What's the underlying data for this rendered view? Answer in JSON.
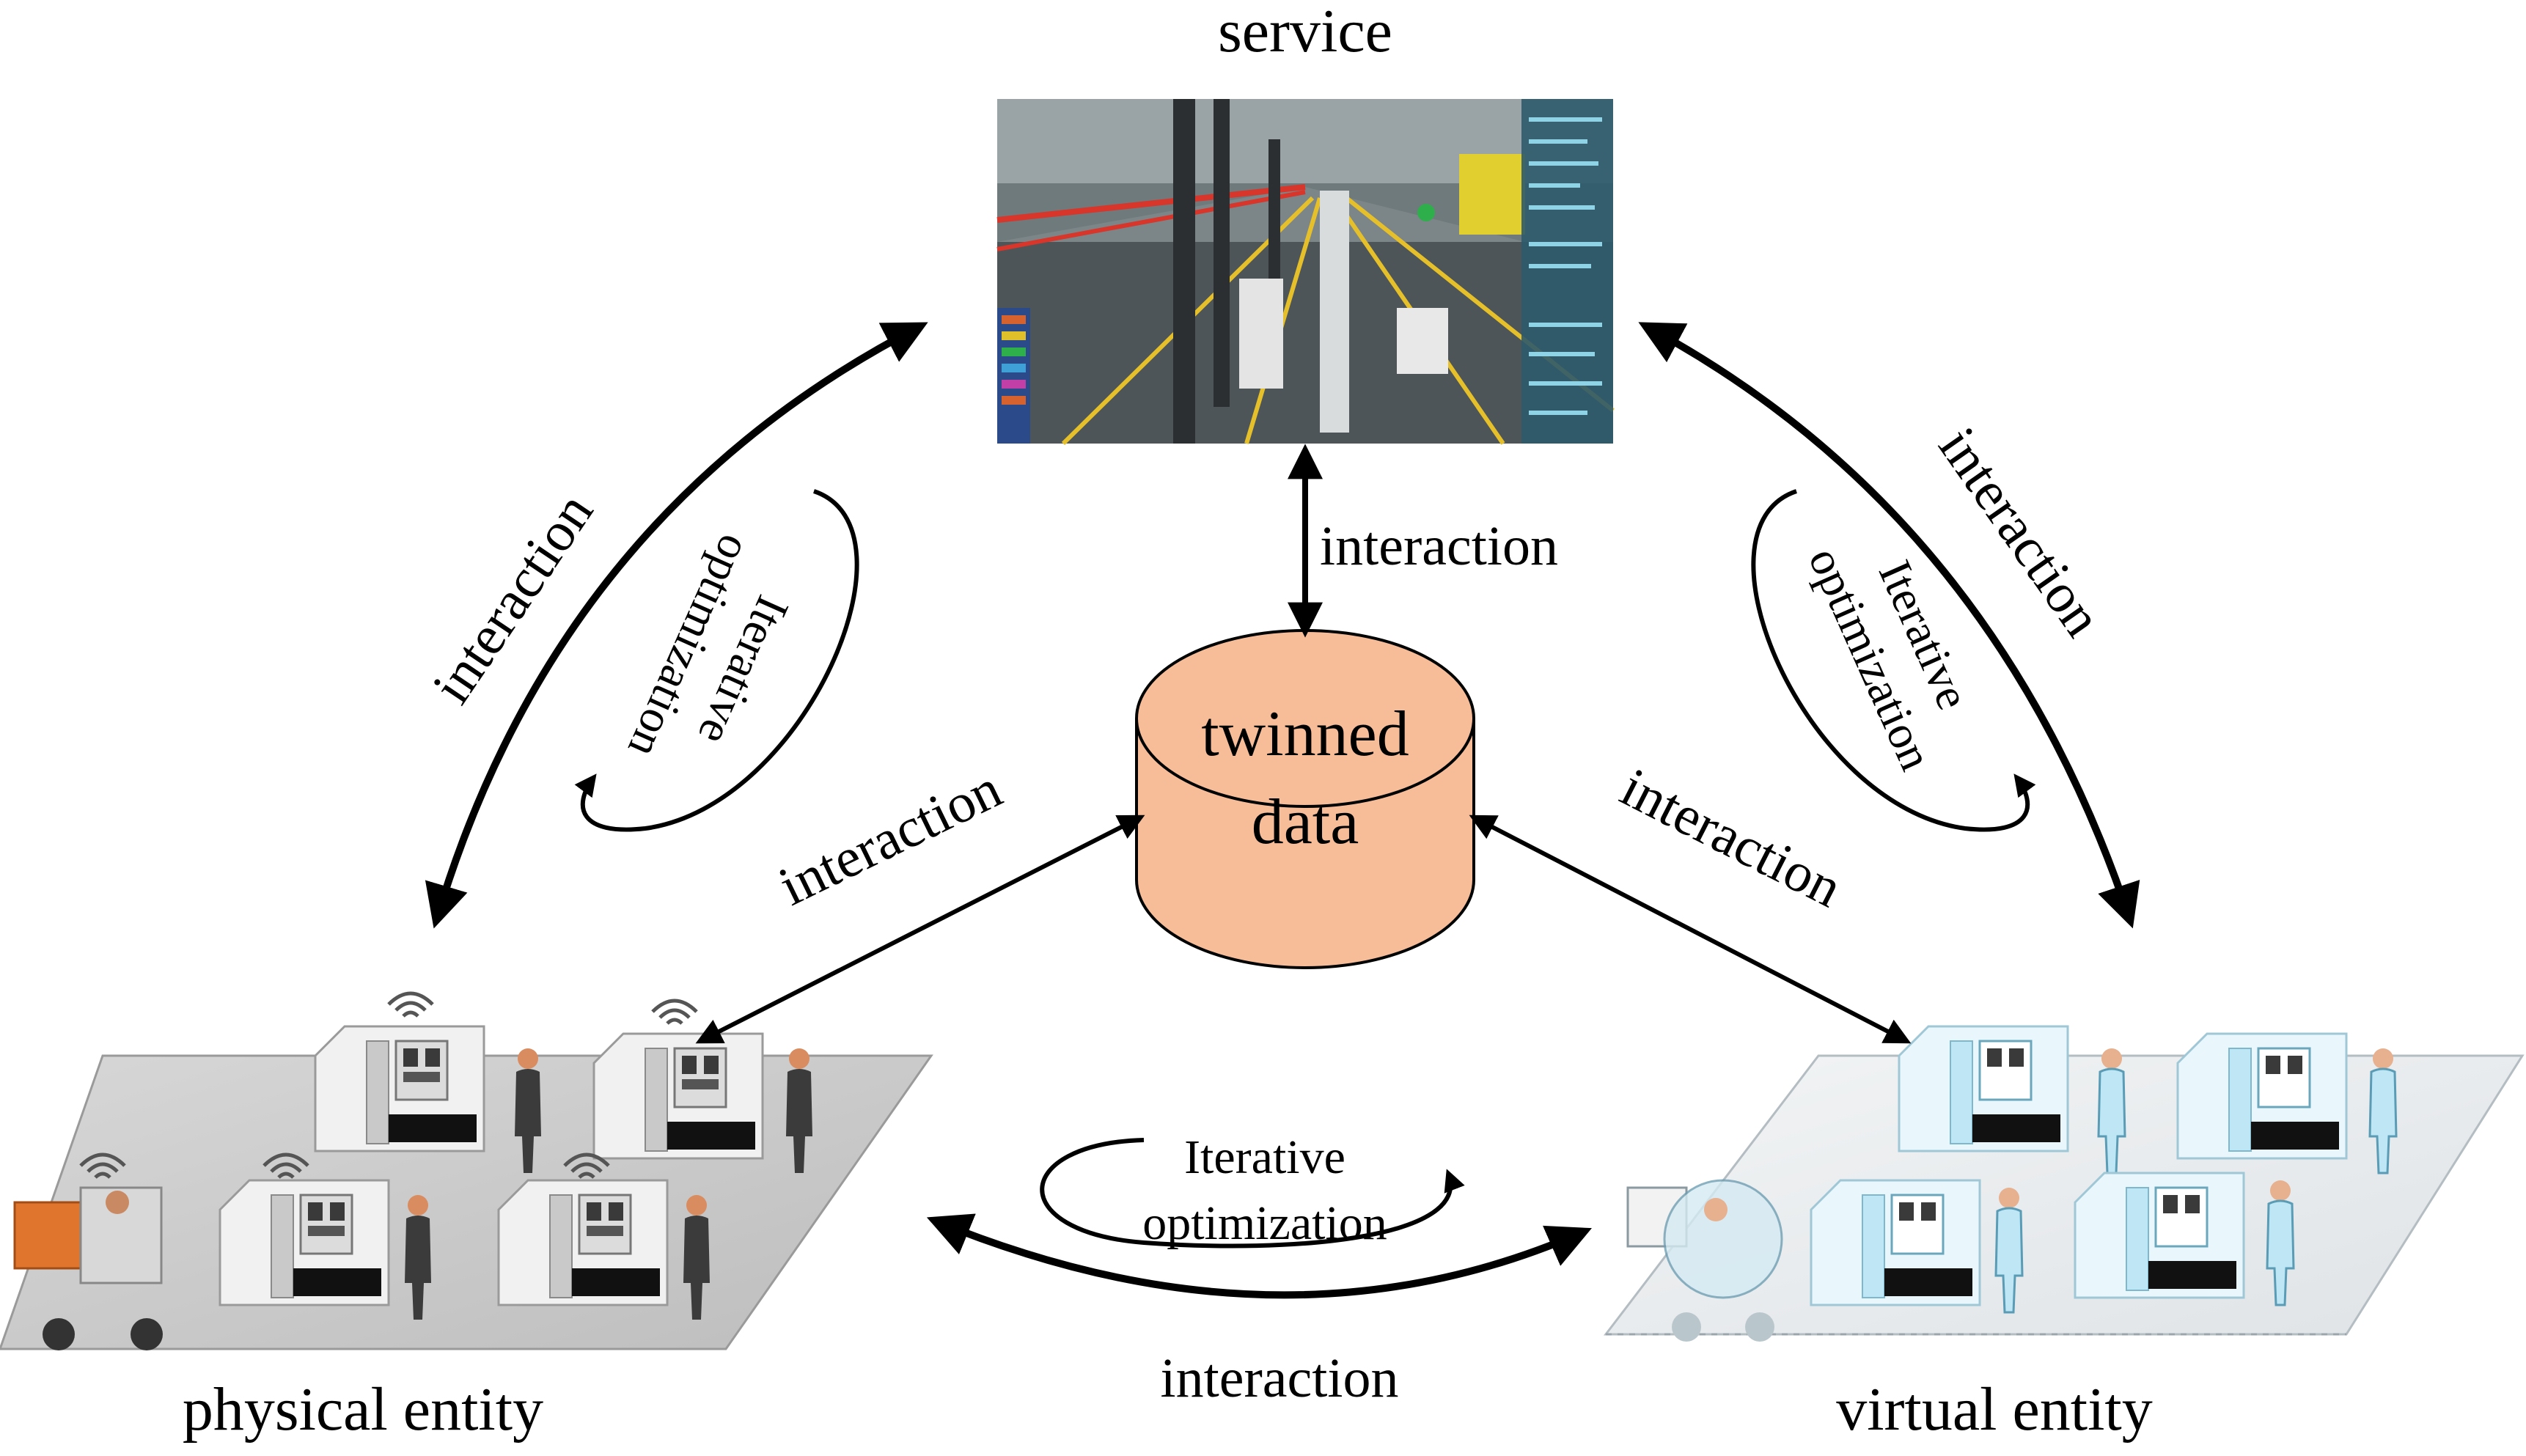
{
  "nodes": {
    "service": "service",
    "twinned_data_line1": "twinned",
    "twinned_data_line2": "data",
    "physical_entity": "physical entity",
    "virtual_entity": "virtual entity"
  },
  "edges": {
    "service_to_data": "interaction",
    "physical_to_data": "interaction",
    "virtual_to_data": "interaction",
    "service_to_physical": "interaction",
    "service_to_virtual": "interaction",
    "physical_to_virtual": "interaction"
  },
  "loops": {
    "left_line1": "Iterative",
    "left_line2": "optimization",
    "right_line1": "Iterative",
    "right_line2": "optimization",
    "bottom_line1": "Iterative",
    "bottom_line2": "optimization"
  },
  "colors": {
    "cylinder_fill": "#f7bc98",
    "line": "#000000",
    "virtual_tint": "#bfe6f5",
    "service_panel": "#2d5a6b"
  }
}
